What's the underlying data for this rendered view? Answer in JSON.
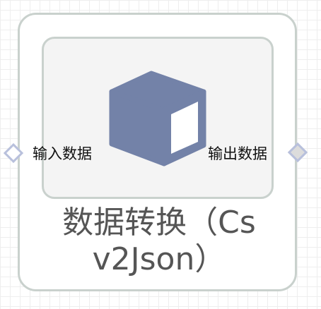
{
  "node": {
    "title_line1": "数据转换（Cs",
    "title_line2": "v2Json）",
    "icon": "cube-icon"
  },
  "ports": {
    "input_label": "输入数据",
    "output_label": "输出数据"
  },
  "colors": {
    "icon": "#7382a8",
    "border": "#c9d1cd",
    "port_border": "#b8c0dc",
    "title_text": "#555555"
  }
}
